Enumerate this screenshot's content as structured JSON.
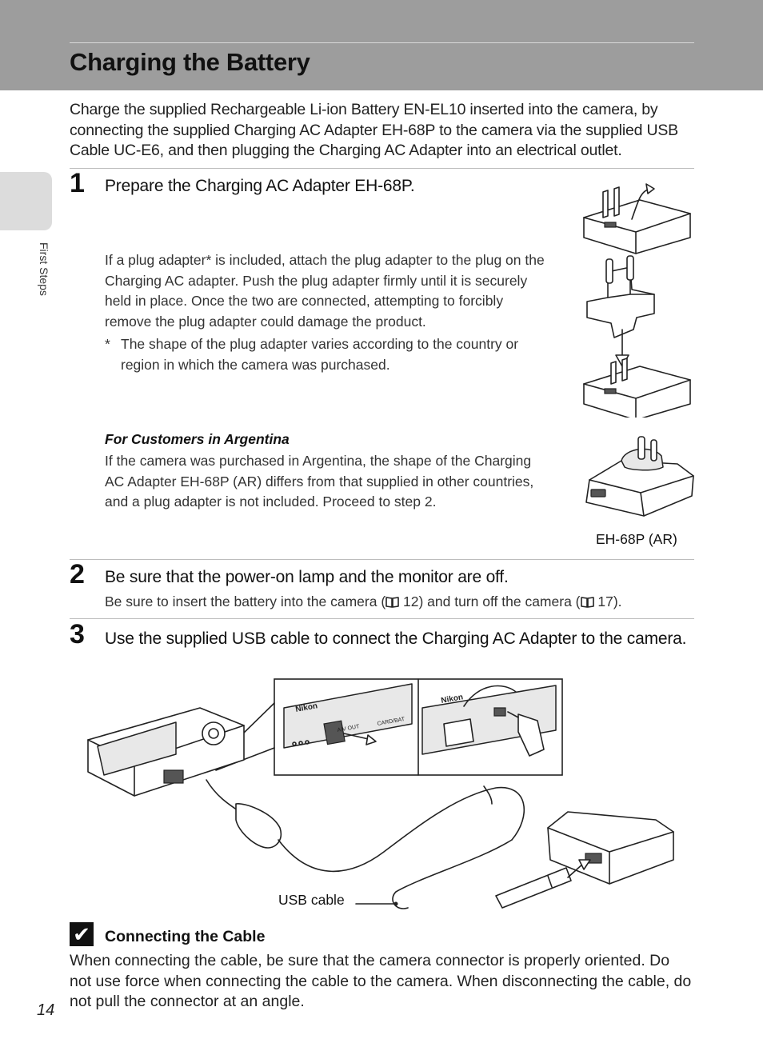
{
  "header": {
    "title": "Charging the Battery"
  },
  "side_tab": {
    "label": "First Steps"
  },
  "intro": "Charge the supplied Rechargeable Li-ion Battery EN-EL10 inserted into the camera, by connecting the supplied Charging AC Adapter EH-68P to the camera via the supplied USB Cable UC-E6, and then plugging the Charging AC Adapter into an electrical outlet.",
  "steps": [
    {
      "number": "1",
      "heading": "Prepare the Charging AC Adapter EH-68P.",
      "body": "If a plug adapter* is included, attach the plug adapter to the plug on the Charging AC adapter. Push the plug adapter firmly until it is securely held in place. Once the two are connected, attempting to forcibly remove the plug adapter could damage the product.",
      "footnote_mark": "*",
      "footnote": "The shape of the plug adapter varies according to the country or region in which the camera was purchased.",
      "subsection": {
        "heading": "For Customers in Argentina",
        "body": "If the camera was purchased in Argentina, the shape of the Charging AC Adapter EH-68P (AR) differs from that supplied in other countries, and a plug adapter is not included. Proceed to step 2."
      },
      "figure_caption": "EH-68P (AR)"
    },
    {
      "number": "2",
      "heading": "Be sure that the power-on lamp and the monitor are off.",
      "body": "Be sure to insert the battery into the camera (\u0001 12) and turn off the camera (\u0001 17).",
      "body_parts": [
        "Be sure to insert the battery into the camera (",
        " 12) and turn off the camera (",
        " 17)."
      ]
    },
    {
      "number": "3",
      "heading": "Use the supplied USB cable to connect the Charging AC Adapter to the camera.",
      "figure_caption": "USB cable",
      "figure_labels": {
        "brand": "Nikon",
        "port": "A/V OUT",
        "card": "CARD/BAT"
      }
    }
  ],
  "icons": {
    "reference": "book-reference-icon",
    "check": "check-mark-icon"
  },
  "note": {
    "icon": "✔",
    "heading": "Connecting the Cable",
    "body": "When connecting the cable, be sure that the camera connector is properly oriented. Do not use force when connecting the cable to the camera. When disconnecting the cable, do not pull the connector at an angle."
  },
  "page_number": "14"
}
